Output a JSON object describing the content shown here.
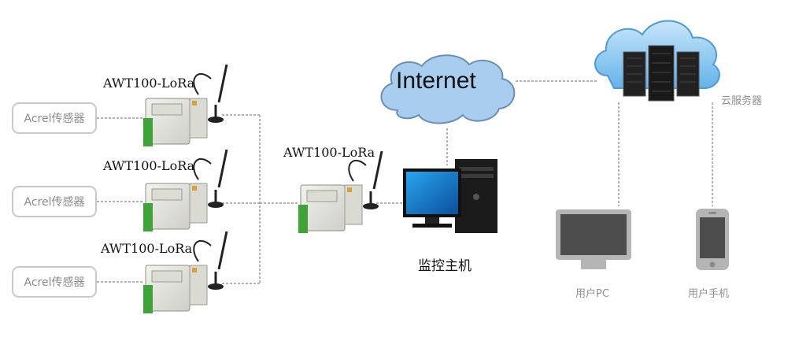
{
  "sensors": [
    {
      "label": "Acrel传感器"
    },
    {
      "label": "Acrel传感器"
    },
    {
      "label": "Acrel传感器"
    }
  ],
  "modules": [
    {
      "label": "AWT100-LoRa"
    },
    {
      "label": "AWT100-LoRa"
    },
    {
      "label": "AWT100-LoRa"
    },
    {
      "label": "AWT100-LoRa"
    }
  ],
  "internet": {
    "label": "Internet"
  },
  "host": {
    "label": "监控主机"
  },
  "cloud": {
    "label": "云服务器"
  },
  "user_pc": {
    "label": "用户PC"
  },
  "user_phone": {
    "label": "用户手机"
  },
  "colors": {
    "cloud_fill": "#a9cdef",
    "cloud_stroke": "#6b8fb3",
    "device_green": "#3fa33a",
    "screen_blue": "#1a7fd6",
    "link_gray": "#9a9a9a"
  }
}
